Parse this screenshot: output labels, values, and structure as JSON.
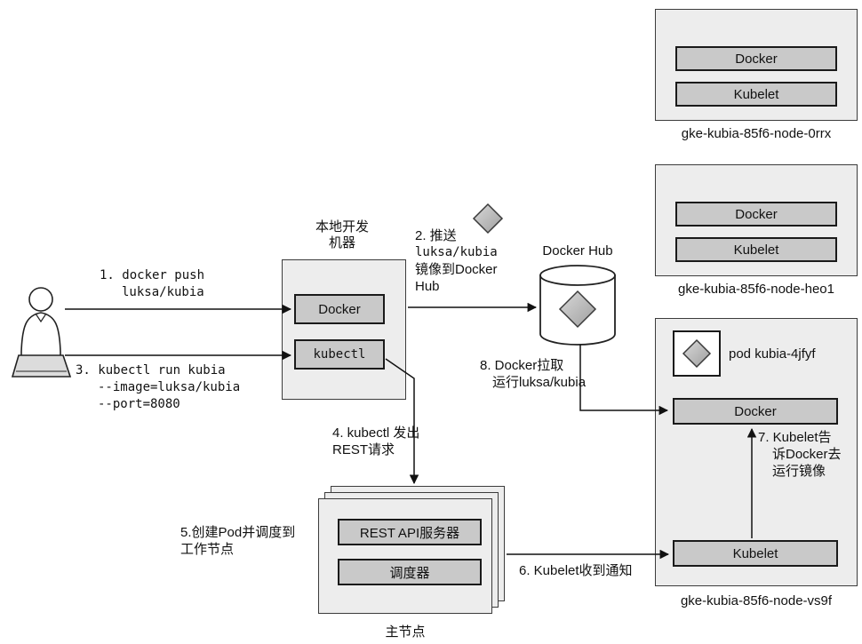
{
  "colors": {
    "node_fill": "#ededed",
    "inner_box_fill": "#c9c9c9",
    "diamond_fill": "#bdbdbd",
    "line": "#111111",
    "background": "#ffffff"
  },
  "local_machine": {
    "label_line1": "本地开发",
    "label_line2": "机器",
    "docker": "Docker",
    "kubectl": "kubectl"
  },
  "docker_hub": {
    "label": "Docker Hub"
  },
  "master_node": {
    "label": "主节点",
    "rest_api": "REST API服务器",
    "scheduler": "调度器"
  },
  "nodes": [
    {
      "name": "gke-kubia-85f6-node-0rrx",
      "docker": "Docker",
      "kubelet": "Kubelet"
    },
    {
      "name": "gke-kubia-85f6-node-heo1",
      "docker": "Docker",
      "kubelet": "Kubelet"
    },
    {
      "name": "gke-kubia-85f6-node-vs9f",
      "docker": "Docker",
      "kubelet": "Kubelet",
      "pod": "pod kubia-4jfyf"
    }
  ],
  "steps": {
    "s1": {
      "l1": "1. docker push",
      "l2": "luksa/kubia"
    },
    "s2": {
      "l1": "2. 推送",
      "l2": "luksa/kubia",
      "l3": "镜像到Docker",
      "l4": "Hub"
    },
    "s3": {
      "l1": "3. kubectl run kubia",
      "l2": "--image=luksa/kubia",
      "l3": "--port=8080"
    },
    "s4": {
      "l1": "4. kubectl 发出",
      "l2": "REST请求"
    },
    "s5": {
      "l1": "5.创建Pod并调度到",
      "l2": "工作节点"
    },
    "s6": {
      "l1": "6. Kubelet收到通知"
    },
    "s7": {
      "l1": "7. Kubelet告",
      "l2": "诉Docker去",
      "l3": "运行镜像"
    },
    "s8": {
      "l1": "8. Docker拉取",
      "l2": "运行luksa/kubia"
    }
  }
}
